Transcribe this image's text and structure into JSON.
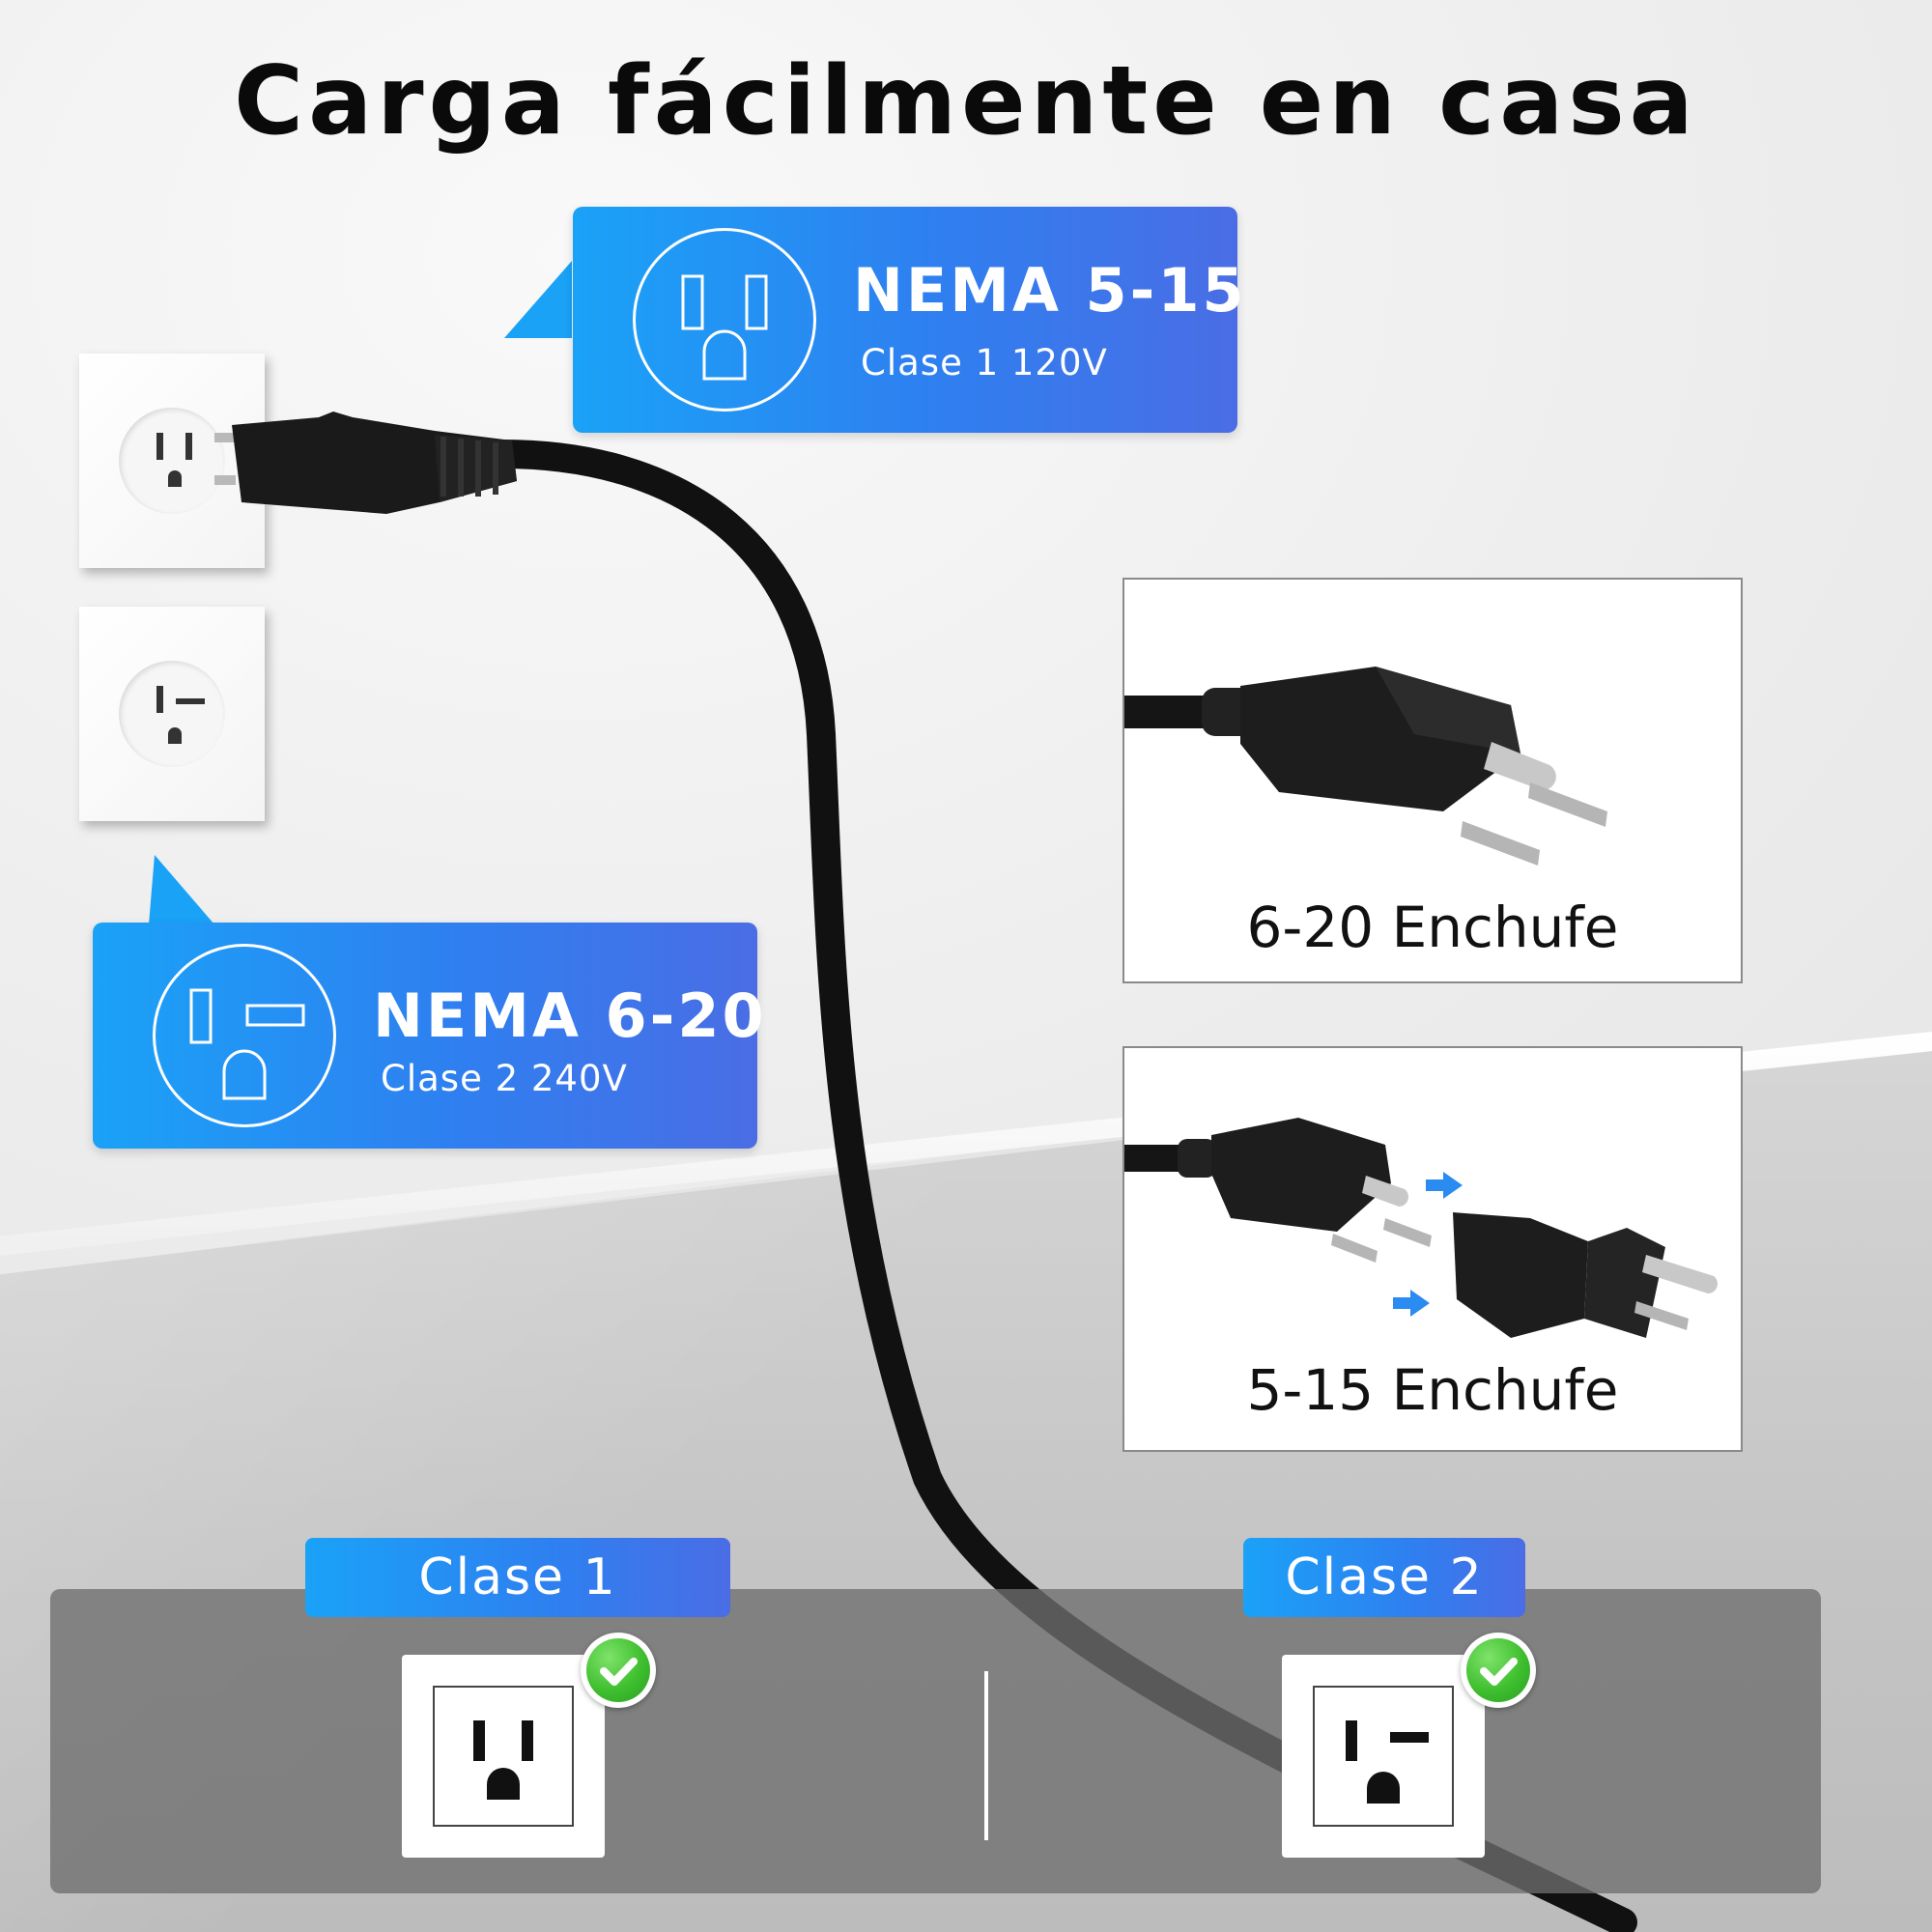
{
  "title": "Carga fácilmente en casa",
  "callouts": [
    {
      "heading": "NEMA 5-15",
      "subtitle": "Clase 1 120V",
      "icon": "nema-5-15-outlet-icon"
    },
    {
      "heading": "NEMA 6-20",
      "subtitle": "Clase 2 240V",
      "icon": "nema-6-20-outlet-icon"
    }
  ],
  "photo_cards": [
    {
      "caption": "6-20 Enchufe",
      "image": "nema-6-20-plug-photo"
    },
    {
      "caption": "5-15 Enchufe",
      "image": "nema-5-15-adapter-photo"
    }
  ],
  "classes": [
    {
      "label": "Clase 1",
      "icon": "nema-5-15-outlet-icon",
      "badge": "check-icon"
    },
    {
      "label": "Clase 2",
      "icon": "nema-6-20-outlet-icon",
      "badge": "check-icon"
    }
  ],
  "colors": {
    "accent_start": "#1aa2f7",
    "accent_end": "#4a6de5",
    "check_green": "#3fbf2f",
    "cable": "#111111"
  }
}
